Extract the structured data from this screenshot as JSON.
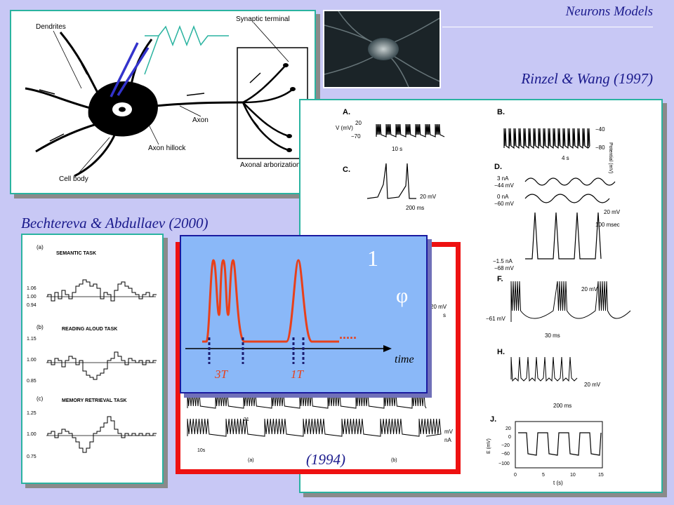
{
  "header": {
    "title": "Neurons Models"
  },
  "captions": {
    "rinzel": "Rinzel & Wang (1997)",
    "bechtereva": "Bechtereva & Abdullaev (2000)",
    "year1994": "(1994)"
  },
  "neuron_diagram": {
    "labels": {
      "dendrites": "Dendrites",
      "synaptic_terminal": "Synaptic terminal",
      "axon": "Axon",
      "axon_hillock": "Axon hillock",
      "cell_body": "Cell body",
      "axonal_arborization": "Axonal arborization"
    }
  },
  "rinzel_panel": {
    "letters": [
      "A.",
      "B.",
      "C.",
      "D.",
      "F.",
      "H.",
      "J."
    ],
    "a": {
      "ylabel": "V (mV)",
      "tick_top": "20",
      "tick_bot": "−70",
      "scale": "10 s"
    },
    "b": {
      "ylabel": "Potential (mV)",
      "tick_top": "−40",
      "tick_bot": "−80",
      "scale": "4 s"
    },
    "c": {
      "vscale": "20 mV",
      "hscale": "200 ms"
    },
    "d": {
      "rows": [
        {
          "current": "3 nA",
          "voltage": "−44 mV"
        },
        {
          "current": "0 nA",
          "voltage": "−60 mV"
        },
        {
          "current": "−1.5 nA",
          "voltage": "−68 mV"
        }
      ],
      "vscale": "20 mV",
      "hscale": "100 msec"
    },
    "f": {
      "vscale": "20 mV",
      "baseline": "−61 mV",
      "hscale": "30 ms"
    },
    "h": {
      "vscale": "20 mV",
      "hscale": "200 ms"
    },
    "j": {
      "ylabel": "E (mV)",
      "xlabel": "t (s)",
      "yticks": [
        "20",
        "0",
        "−20",
        "−60",
        "−100"
      ],
      "xticks": [
        "0",
        "5",
        "10",
        "15"
      ]
    }
  },
  "bechtereva_panel": {
    "tasks": [
      {
        "letter": "(a)",
        "name": "SEMANTIC TASK",
        "ticks": [
          "1.06",
          "1.00",
          "0.94"
        ]
      },
      {
        "letter": "(b)",
        "name": "READING ALOUD TASK",
        "ticks": [
          "1.15",
          "1.00",
          "0.85"
        ]
      },
      {
        "letter": "(c)",
        "name": "MEMORY RETRIEVAL TASK",
        "ticks": [
          "1.25",
          "1.00",
          "0.75"
        ]
      }
    ]
  },
  "panel_1994": {
    "mv_label": "20 mV",
    "s_label": "s",
    "mv2": "mV",
    "na": "nA",
    "num": "21",
    "scale": "10s",
    "sub_a": "(a)",
    "sub_b": "(b)"
  },
  "overlay": {
    "number": "1",
    "phi": "φ",
    "time_label": "time",
    "interval_3t": "3T",
    "interval_1t": "1T",
    "dots": "....."
  }
}
